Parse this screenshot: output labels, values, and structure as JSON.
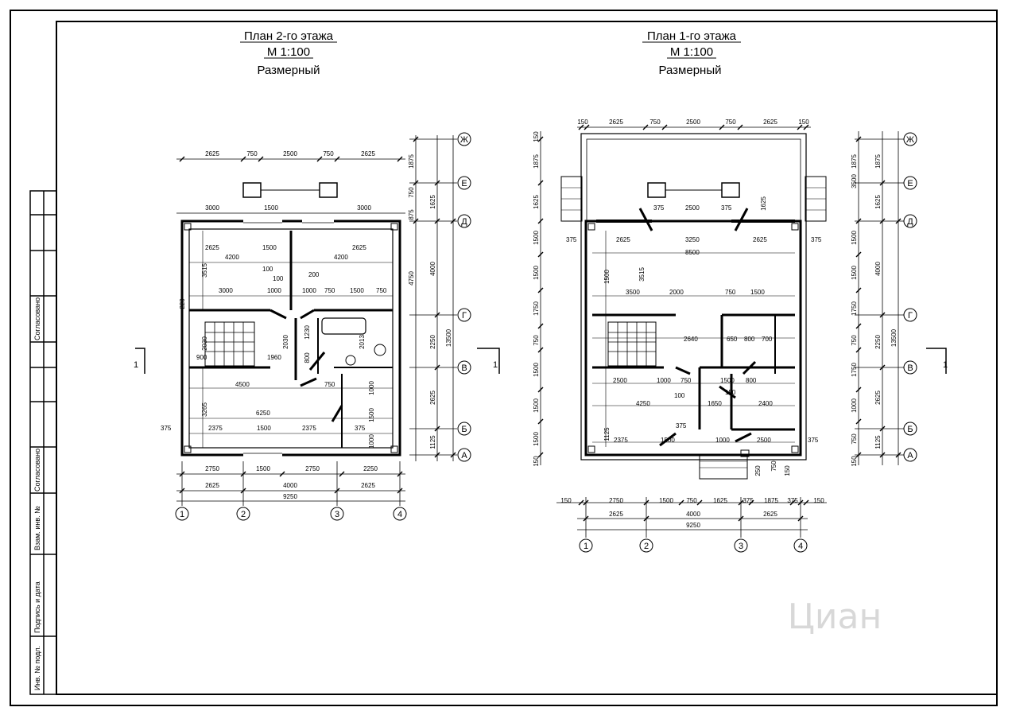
{
  "floor2": {
    "title": "План 2-го этажа",
    "scale": "М 1:100",
    "subtitle": "Размерный",
    "top_dims": [
      "2625",
      "750",
      "2500",
      "750",
      "2625"
    ],
    "inner_dims": [
      "3000",
      "1500",
      "3000"
    ],
    "bottom_dims_1": [
      "2750",
      "1500",
      "2750",
      "2250"
    ],
    "bottom_dims_2": [
      "2625",
      "4000",
      "2625"
    ],
    "bottom_total": "9250",
    "right_dims_1": [
      "1875",
      "750",
      "875"
    ],
    "right_dims_2": [
      "1625",
      "4000",
      "2250",
      "2625",
      "1125"
    ],
    "right_total": "13500",
    "right_mid": "4750",
    "inner_labels": [
      "2625",
      "4200",
      "1500",
      "4200",
      "2625",
      "3000",
      "1000",
      "1000",
      "750",
      "1500",
      "750",
      "3515",
      "2030",
      "2030",
      "1230",
      "4500",
      "6250",
      "2375",
      "1500",
      "2375",
      "375",
      "3265",
      "1960",
      "900",
      "220",
      "800",
      "750",
      "1000",
      "1500",
      "1000",
      "375",
      "100",
      "100",
      "200",
      "2013"
    ],
    "section_mark": "1"
  },
  "floor1": {
    "title": "План 1-го этажа",
    "scale": "М 1:100",
    "subtitle": "Размерный",
    "top_dims": [
      "150",
      "2625",
      "750",
      "2500",
      "750",
      "2625",
      "150"
    ],
    "bottom_dims_1": [
      "150",
      "2750",
      "1500",
      "750",
      "1625",
      "375",
      "1875",
      "375",
      "150"
    ],
    "bottom_dims_2": [
      "2625",
      "4000",
      "2625"
    ],
    "bottom_total": "9250",
    "left_dims": [
      "150",
      "1875",
      "1625",
      "1500",
      "1500",
      "1750",
      "750",
      "1500",
      "1500",
      "1500",
      "150"
    ],
    "right_dims_1": [
      "1875",
      "3500",
      "1500",
      "1500",
      "1750",
      "750",
      "1750",
      "1000",
      "750",
      "150"
    ],
    "right_dims_2": [
      "1625",
      "4000",
      "2250",
      "2625",
      "1125"
    ],
    "right_total": "13500",
    "inner_labels": [
      "375",
      "2625",
      "3250",
      "2625",
      "375",
      "8500",
      "2500",
      "375",
      "375",
      "1625",
      "3515",
      "2000",
      "750",
      "1500",
      "3500",
      "2640",
      "650",
      "800",
      "700",
      "1000",
      "750",
      "1500",
      "800",
      "2500",
      "4250",
      "1650",
      "2400",
      "1500",
      "375",
      "1000",
      "2500",
      "2375",
      "150",
      "100",
      "250",
      "750",
      "150",
      "1125",
      "1500",
      "375"
    ],
    "section_mark": "1"
  },
  "axes_horizontal": [
    "1",
    "2",
    "3",
    "4"
  ],
  "axes_vertical": [
    "Ж",
    "Е",
    "Д",
    "Г",
    "В",
    "Б",
    "А"
  ],
  "side_stamp": {
    "agreed_1": "Согласовано",
    "agreed_2": "Согласовано",
    "inv_vzam": "Взам. инв. №",
    "sign_date": "Подпись и дата",
    "inv_podl": "Инв. № подл."
  },
  "watermark": "Циан"
}
